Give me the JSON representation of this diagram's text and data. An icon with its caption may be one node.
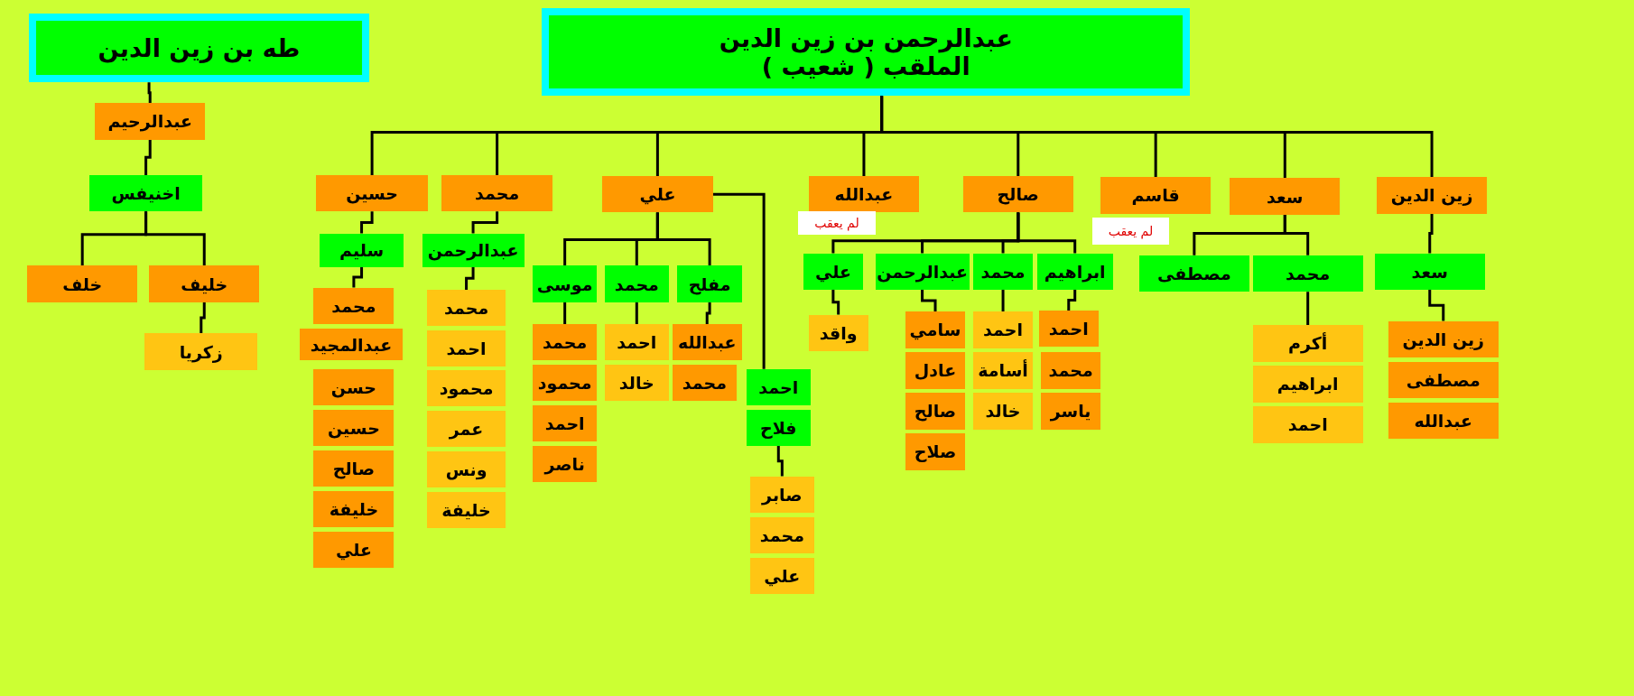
{
  "diagram": {
    "nodes": [
      {
        "text": [
          "طه بن زين الدين"
        ]
      },
      {
        "text": [
          "عبدالرحمن بن زين الدين",
          "الملقب ( شعيب )"
        ]
      },
      {
        "text": [
          "عبدالرحيم"
        ]
      },
      {
        "text": [
          "اخنيفس"
        ]
      },
      {
        "text": [
          "خلف"
        ]
      },
      {
        "text": [
          "خليف"
        ]
      },
      {
        "text": [
          "زكريا"
        ]
      },
      {
        "text": [
          "حسين"
        ]
      },
      {
        "text": [
          "محمد"
        ]
      },
      {
        "text": [
          "علي"
        ]
      },
      {
        "text": [
          "عبدالله"
        ],
        "beside": [
          "لم يعقب"
        ]
      },
      {
        "text": [
          "صالح"
        ]
      },
      {
        "text": [
          "قاسم"
        ],
        "beside": [
          "لم يعقب"
        ]
      },
      {
        "text": [
          "سعد"
        ]
      },
      {
        "text": [
          "زين الدين"
        ]
      },
      {
        "text": [
          "سليم"
        ]
      },
      {
        "text": [
          "محمد"
        ]
      },
      {
        "text": [
          "عبدالمجيد"
        ]
      },
      {
        "text": [
          "حسن"
        ]
      },
      {
        "text": [
          "حسين"
        ]
      },
      {
        "text": [
          "صالح"
        ]
      },
      {
        "text": [
          "خليفة"
        ]
      },
      {
        "text": [
          "علي"
        ]
      },
      {
        "text": [
          "عبدالرحمن"
        ]
      },
      {
        "text": [
          "محمد"
        ]
      },
      {
        "text": [
          "احمد"
        ]
      },
      {
        "text": [
          "محمود"
        ]
      },
      {
        "text": [
          "عمر"
        ]
      },
      {
        "text": [
          "ونس"
        ]
      },
      {
        "text": [
          "خليفة"
        ]
      },
      {
        "text": [
          "موسى"
        ]
      },
      {
        "text": [
          "محمد"
        ]
      },
      {
        "text": [
          "مفلح"
        ]
      },
      {
        "text": [
          "احمد"
        ]
      },
      {
        "text": [
          "فلاح"
        ]
      },
      {
        "text": [
          "محمد"
        ]
      },
      {
        "text": [
          "محمود"
        ]
      },
      {
        "text": [
          "احمد"
        ]
      },
      {
        "text": [
          "ناصر"
        ]
      },
      {
        "text": [
          "احمد"
        ]
      },
      {
        "text": [
          "خالد"
        ]
      },
      {
        "text": [
          "عبدالله"
        ]
      },
      {
        "text": [
          "محمد"
        ]
      },
      {
        "text": [
          "صابر"
        ]
      },
      {
        "text": [
          "محمد"
        ]
      },
      {
        "text": [
          "علي"
        ]
      },
      {
        "text": [
          "علي"
        ]
      },
      {
        "text": [
          "عبدالرحمن"
        ]
      },
      {
        "text": [
          "محمد"
        ]
      },
      {
        "text": [
          "ابراهيم"
        ]
      },
      {
        "text": [
          "واقد"
        ]
      },
      {
        "text": [
          "سامي"
        ]
      },
      {
        "text": [
          "عادل"
        ]
      },
      {
        "text": [
          "صالح"
        ]
      },
      {
        "text": [
          "صلاح"
        ]
      },
      {
        "text": [
          "احمد"
        ]
      },
      {
        "text": [
          "أسامة"
        ]
      },
      {
        "text": [
          "خالد"
        ]
      },
      {
        "text": [
          "احمد"
        ]
      },
      {
        "text": [
          "محمد"
        ]
      },
      {
        "text": [
          "ياسر"
        ]
      },
      {
        "text": [
          "مصطفى"
        ]
      },
      {
        "text": [
          "محمد"
        ]
      },
      {
        "text": [
          "أكرم"
        ]
      },
      {
        "text": [
          "ابراهيم"
        ]
      },
      {
        "text": [
          "احمد"
        ]
      },
      {
        "text": [
          "سعد"
        ]
      },
      {
        "text": [
          "زين الدين"
        ]
      },
      {
        "text": [
          "مصطفى"
        ]
      },
      {
        "text": [
          "عبدالله"
        ]
      }
    ],
    "edges": [
      {
        "from": 0,
        "to": 2,
        "arrow": "none"
      },
      {
        "from": 2,
        "to": 3,
        "arrow": "none"
      },
      {
        "from": 3,
        "to": 4,
        "arrow": "none"
      },
      {
        "from": 3,
        "to": 5,
        "arrow": "none"
      },
      {
        "from": 5,
        "to": 6,
        "arrow": "none"
      },
      {
        "from": 1,
        "to": 7,
        "arrow": "none"
      },
      {
        "from": 1,
        "to": 8,
        "arrow": "none"
      },
      {
        "from": 1,
        "to": 9,
        "arrow": "none"
      },
      {
        "from": 1,
        "to": 10,
        "arrow": "none"
      },
      {
        "from": 1,
        "to": 11,
        "arrow": "none"
      },
      {
        "from": 1,
        "to": 12,
        "arrow": "none"
      },
      {
        "from": 1,
        "to": 13,
        "arrow": "none"
      },
      {
        "from": 1,
        "to": 14,
        "arrow": "none"
      },
      {
        "from": 7,
        "to": 15,
        "arrow": "none"
      },
      {
        "from": 15,
        "to": 16,
        "arrow": "none"
      },
      {
        "from": 8,
        "to": 23,
        "arrow": "none"
      },
      {
        "from": 23,
        "to": 24,
        "arrow": "none"
      },
      {
        "from": 9,
        "to": 30,
        "arrow": "none"
      },
      {
        "from": 9,
        "to": 31,
        "arrow": "none"
      },
      {
        "from": 9,
        "to": 32,
        "arrow": "none"
      },
      {
        "from": 9,
        "to": 33,
        "arrow": "none"
      },
      {
        "from": 30,
        "to": 35,
        "arrow": "none"
      },
      {
        "from": 31,
        "to": 39,
        "arrow": "none"
      },
      {
        "from": 32,
        "to": 41,
        "arrow": "none"
      },
      {
        "from": 34,
        "to": 43,
        "arrow": "none"
      },
      {
        "from": 11,
        "to": 46,
        "arrow": "none"
      },
      {
        "from": 11,
        "to": 47,
        "arrow": "none"
      },
      {
        "from": 11,
        "to": 48,
        "arrow": "none"
      },
      {
        "from": 11,
        "to": 49,
        "arrow": "none"
      },
      {
        "from": 46,
        "to": 50,
        "arrow": "none"
      },
      {
        "from": 47,
        "to": 51,
        "arrow": "none"
      },
      {
        "from": 48,
        "to": 55,
        "arrow": "none"
      },
      {
        "from": 49,
        "to": 58,
        "arrow": "none"
      },
      {
        "from": 13,
        "to": 61,
        "arrow": "none"
      },
      {
        "from": 13,
        "to": 62,
        "arrow": "none"
      },
      {
        "from": 62,
        "to": 63,
        "arrow": "none"
      },
      {
        "from": 14,
        "to": 66,
        "arrow": "none"
      },
      {
        "from": 66,
        "to": 67,
        "arrow": "none"
      }
    ]
  }
}
